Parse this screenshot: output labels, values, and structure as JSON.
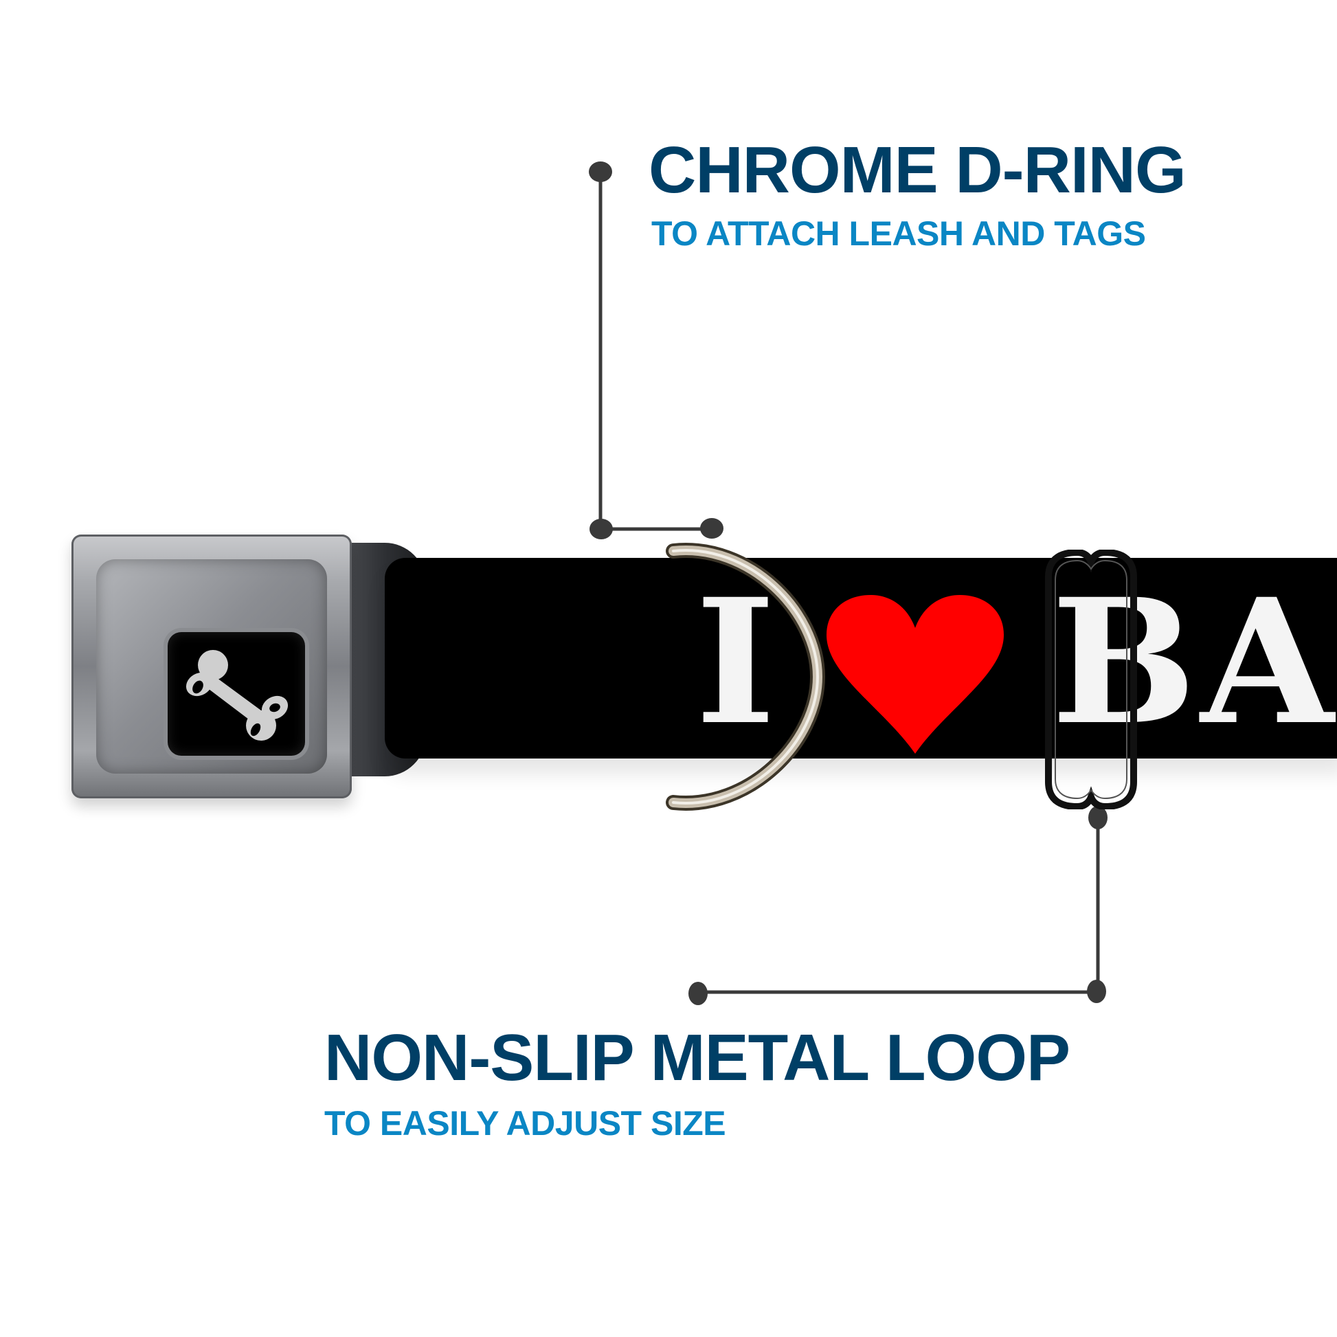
{
  "theme": {
    "heading_color": "#003f66",
    "subheading_color": "#0a86c4",
    "leader_color": "#3a3a3a",
    "strap_color": "#000000",
    "heart_color": "#ff0000",
    "strap_text_color": "#f4f4f4"
  },
  "callouts": [
    {
      "id": "d-ring",
      "title": "CHROME D-RING",
      "subtitle": "TO ATTACH LEASH AND TAGS"
    },
    {
      "id": "metal-loop",
      "title": "NON-SLIP METAL LOOP",
      "subtitle": "TO EASILY ADJUST SIZE"
    }
  ],
  "product": {
    "strap_print_left": "I",
    "strap_print_symbol": "heart-icon",
    "strap_print_right": "BA",
    "buckle_icon": "bone-icon"
  }
}
